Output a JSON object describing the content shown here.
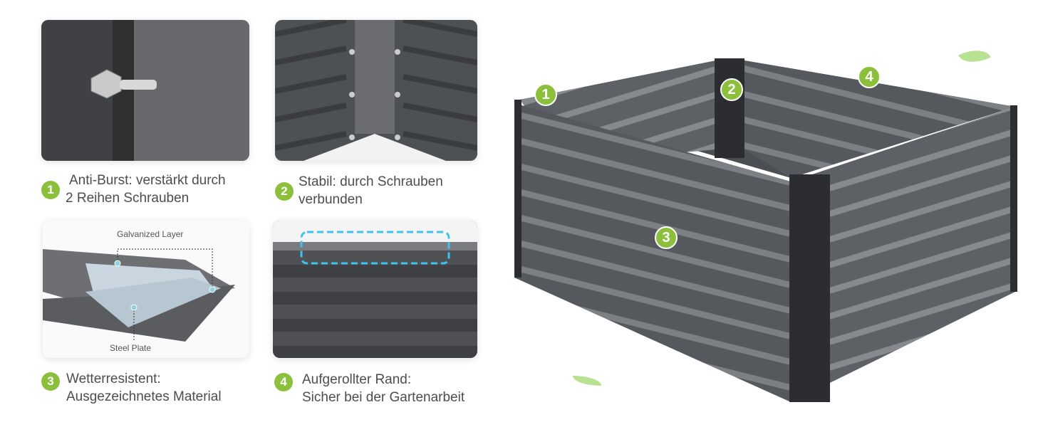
{
  "features": [
    {
      "num": "1",
      "line1": "Anti-Burst: verstärkt durch",
      "line2": "2 Reihen Schrauben"
    },
    {
      "num": "2",
      "line1": "Stabil: durch Schrauben",
      "line2": "verbunden"
    },
    {
      "num": "3",
      "line1": "Wetterresistent:",
      "line2": "Ausgezeichnetes Material"
    },
    {
      "num": "4",
      "line1": "Aufgerollter Rand:",
      "line2": "Sicher bei der Gartenarbeit"
    }
  ],
  "diagram_labels": {
    "galvanized": "Galvanized Layer",
    "steel": "Steel Plate"
  },
  "colors": {
    "accent": "#8cc03c",
    "metal": "#55585c",
    "highlight": "#3ec3f0"
  }
}
